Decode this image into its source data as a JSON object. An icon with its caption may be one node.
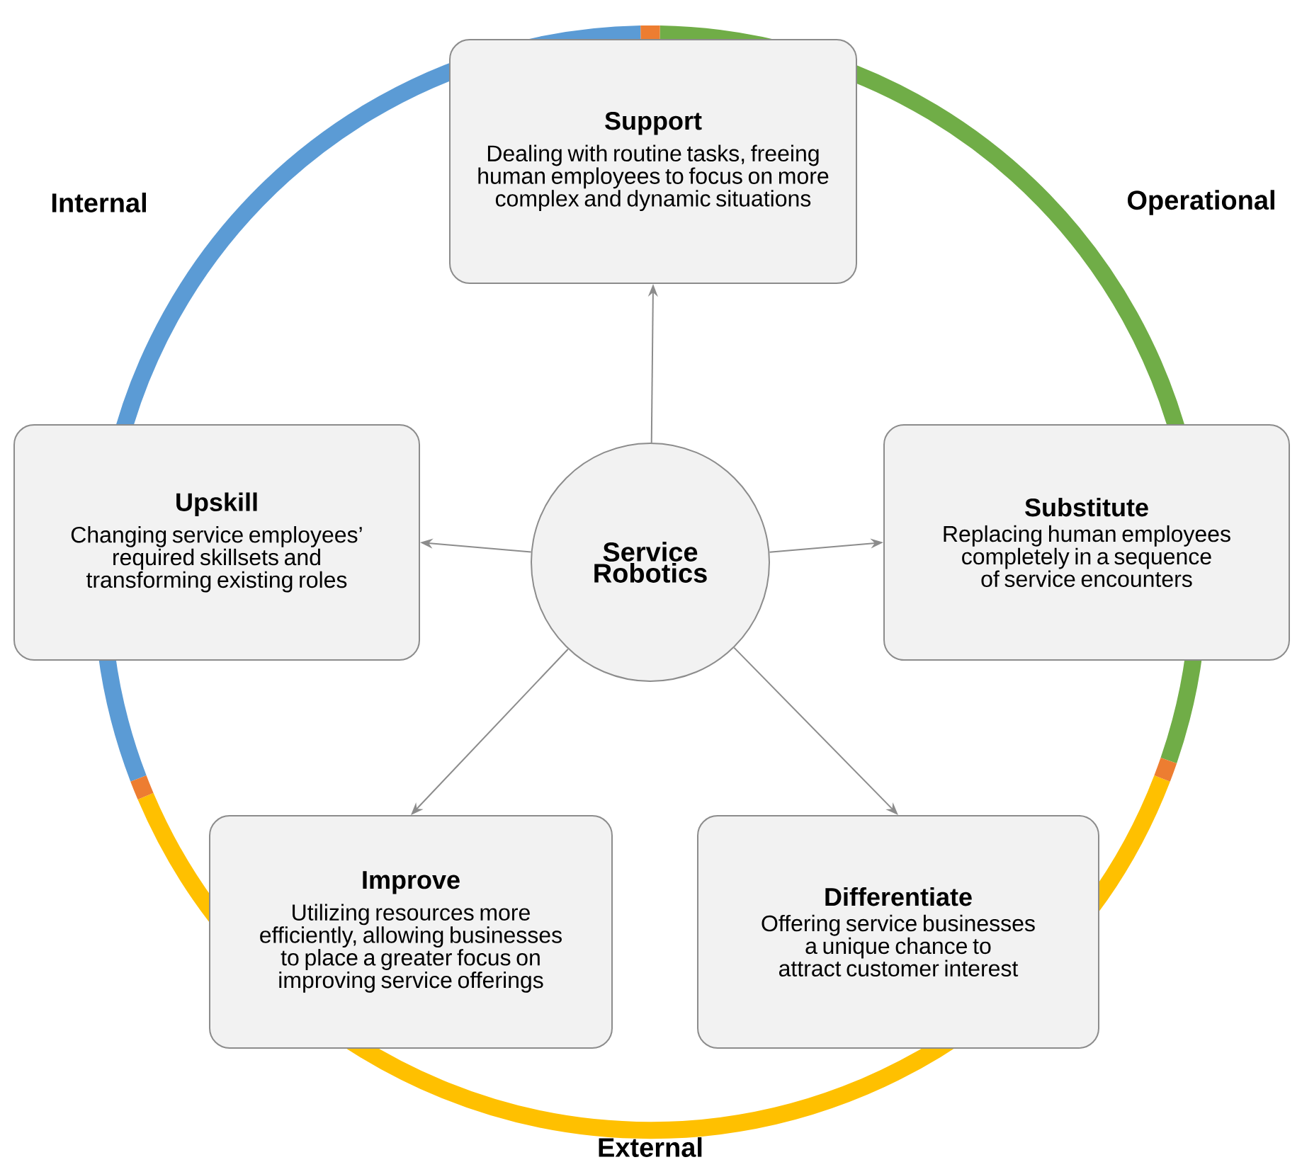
{
  "diagram": {
    "nodes": [
      {
        "text": [
          "Support",
          "Dealing with routine tasks, freeing human employees to focus on more complex and dynamic situations"
        ]
      },
      {
        "text": [
          "Upskill",
          "Changing service employees’ required skillsets and transforming existing roles"
        ]
      },
      {
        "text": [
          "Service Robotics"
        ]
      },
      {
        "text": [
          "Substitute",
          "Replacing human employees completely in a sequence of service encounters"
        ]
      },
      {
        "text": [
          "Improve",
          "Utilizing resources more efficiently, allowing businesses to place a greater focus on improving service offerings"
        ]
      },
      {
        "text": [
          "Differentiate",
          "Offering service businesses a unique chance to attract customer interest"
        ]
      }
    ],
    "edges": [
      {
        "from": 2,
        "to": 0,
        "arrow": "to"
      },
      {
        "from": 2,
        "to": 1,
        "arrow": "to"
      },
      {
        "from": 2,
        "to": 3,
        "arrow": "to"
      },
      {
        "from": 2,
        "to": 4,
        "arrow": "to"
      },
      {
        "from": 2,
        "to": 5,
        "arrow": "to"
      }
    ],
    "labels": [
      "Internal",
      "Operational",
      "External"
    ]
  }
}
